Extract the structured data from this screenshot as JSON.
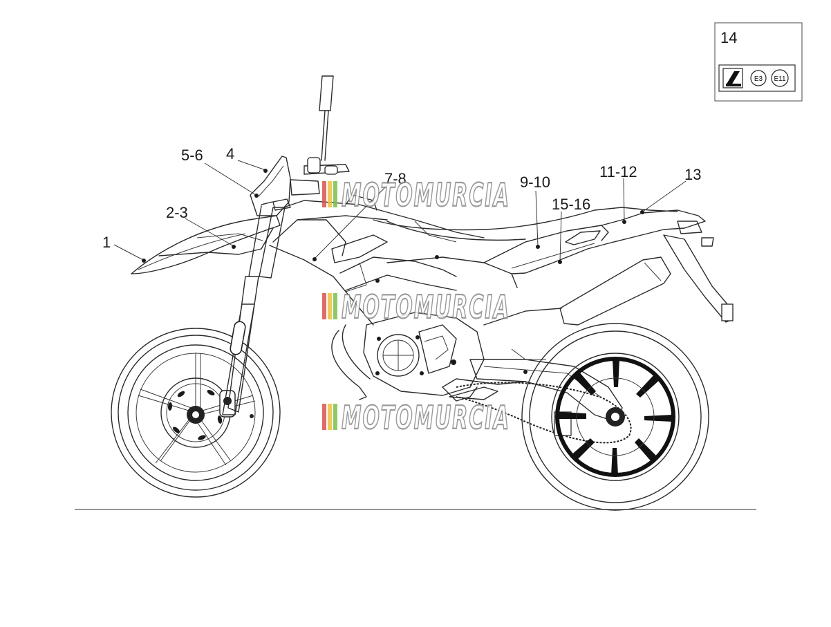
{
  "legend_box": {
    "number": "14",
    "badges": [
      "E3",
      "E11"
    ],
    "logo_icon": "piaggio-logo-icon"
  },
  "callouts": [
    {
      "id": "c1",
      "label": "1"
    },
    {
      "id": "c2",
      "label": "2-3"
    },
    {
      "id": "c3",
      "label": "5-6"
    },
    {
      "id": "c4",
      "label": "4"
    },
    {
      "id": "c5",
      "label": "7-8"
    },
    {
      "id": "c6",
      "label": "9-10"
    },
    {
      "id": "c7",
      "label": "15-16"
    },
    {
      "id": "c8",
      "label": "11-12"
    },
    {
      "id": "c9",
      "label": "13"
    }
  ],
  "watermark": {
    "text": "MOTOMURCIA",
    "stripe_colors": [
      "#d9534f",
      "#f0c040",
      "#7cc04a"
    ]
  },
  "colors": {
    "line": "#2b2b2b",
    "ground": "#555555"
  }
}
